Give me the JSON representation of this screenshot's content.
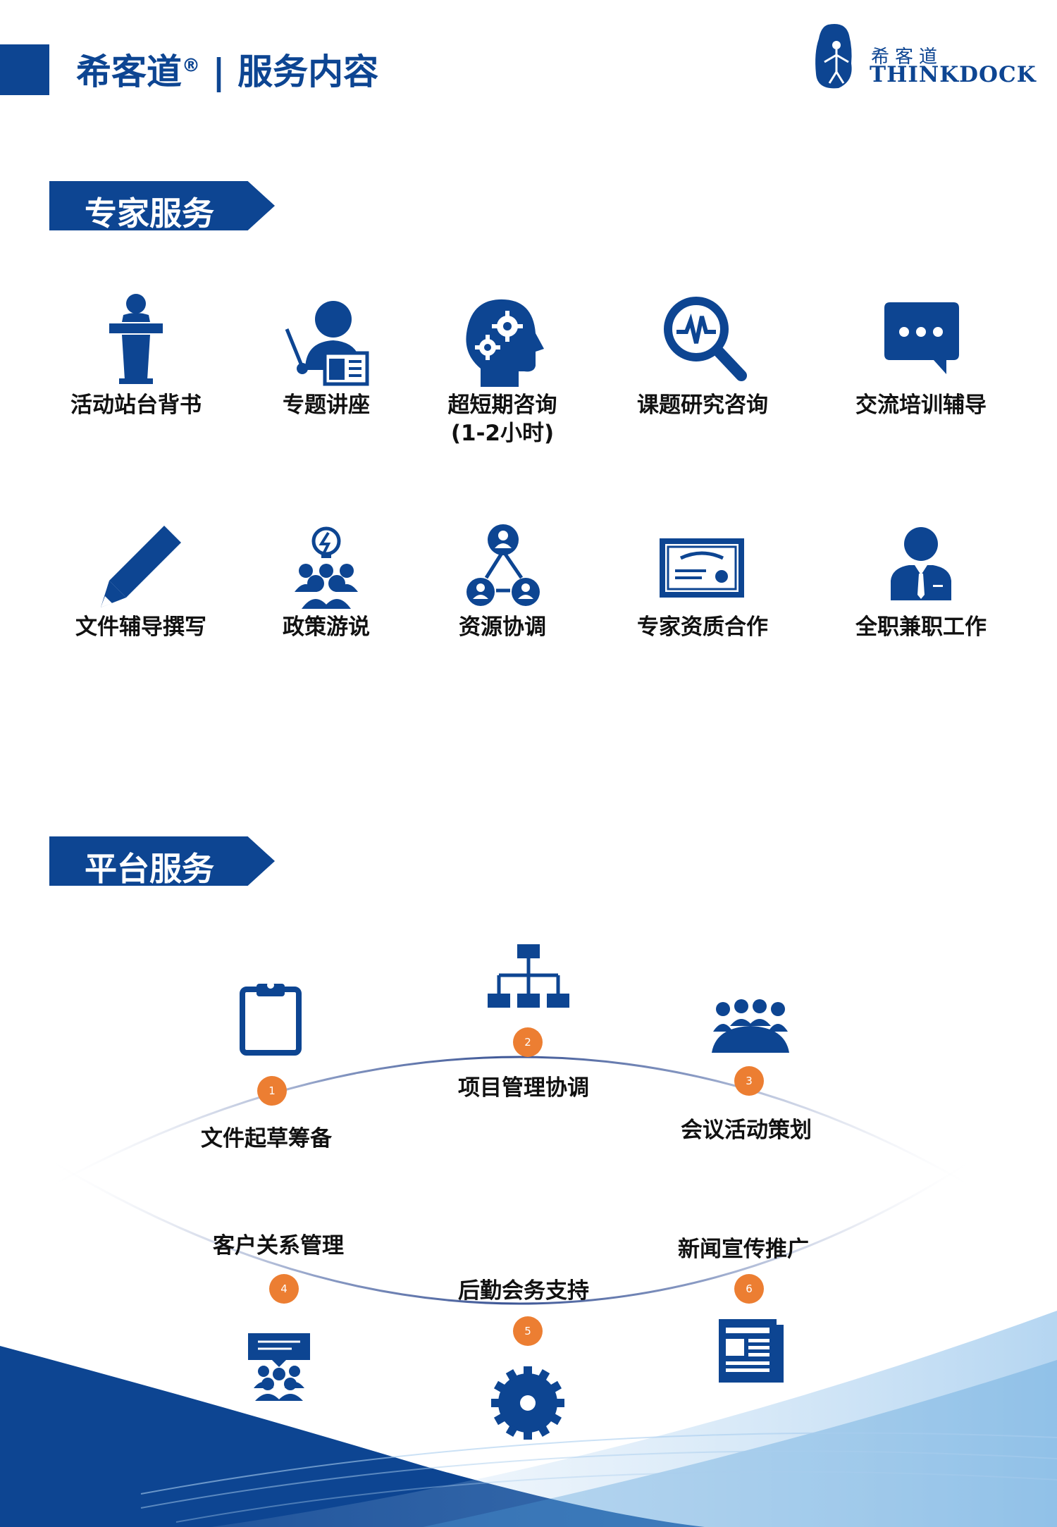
{
  "header": {
    "brand": "希客道",
    "registered": "®",
    "separator": "|",
    "subtitle": "服务内容"
  },
  "logo": {
    "cn": "希客道",
    "en": "THINKDOCK"
  },
  "sections": {
    "expert": "专家服务",
    "platform": "平台服务"
  },
  "expert_services": [
    {
      "label": "活动站台背书",
      "icon": "podium-icon"
    },
    {
      "label": "专题讲座",
      "icon": "lecturer-icon"
    },
    {
      "label": "超短期咨询",
      "sub": "(1-2小时)",
      "icon": "head-gears-icon"
    },
    {
      "label": "课题研究咨询",
      "icon": "magnifier-pulse-icon"
    },
    {
      "label": "交流培训辅导",
      "icon": "chat-bubble-icon"
    },
    {
      "label": "文件辅导撰写",
      "icon": "pencil-icon"
    },
    {
      "label": "政策游说",
      "icon": "group-idea-icon"
    },
    {
      "label": "资源协调",
      "icon": "network-people-icon"
    },
    {
      "label": "专家资质合作",
      "icon": "certificate-icon"
    },
    {
      "label": "全职兼职工作",
      "icon": "businessman-icon"
    }
  ],
  "platform_services": [
    {
      "num": "1",
      "label": "文件起草筹备",
      "icon": "clipboard-icon"
    },
    {
      "num": "2",
      "label": "项目管理协调",
      "icon": "org-chart-icon"
    },
    {
      "num": "3",
      "label": "会议活动策划",
      "icon": "meeting-icon"
    },
    {
      "num": "4",
      "label": "客户关系管理",
      "icon": "audience-icon"
    },
    {
      "num": "5",
      "label": "后勤会务支持",
      "icon": "gear-icon"
    },
    {
      "num": "6",
      "label": "新闻宣传推广",
      "icon": "newspaper-icon"
    }
  ],
  "colors": {
    "brand_blue": "#0d4592",
    "accent_orange": "#ec7e32"
  }
}
